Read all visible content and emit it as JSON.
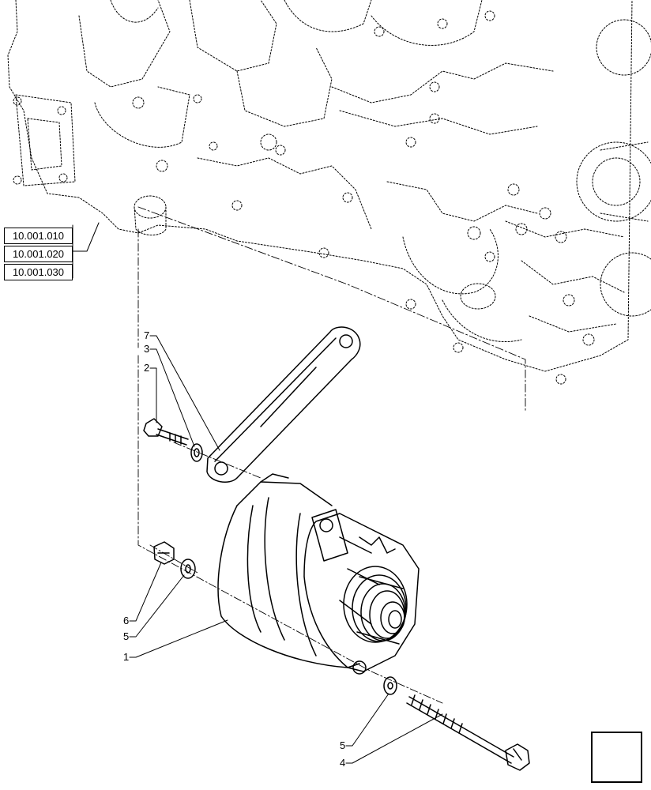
{
  "references": [
    "10.001.010",
    "10.001.020",
    "10.001.030"
  ],
  "callouts": {
    "c7": "7",
    "c3": "3",
    "c2": "2",
    "c6": "6",
    "c5a": "5",
    "c1": "1",
    "c5b": "5",
    "c4": "4"
  },
  "nav": {
    "icon": "next-arrow-icon"
  }
}
